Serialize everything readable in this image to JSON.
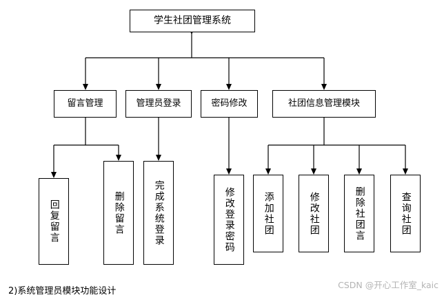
{
  "diagram": {
    "root": {
      "label": "学生社团管理系统"
    },
    "level2": [
      {
        "label": "留言管理"
      },
      {
        "label": "管理员登录"
      },
      {
        "label": "密码修改"
      },
      {
        "label": "社团信息管理模块"
      }
    ],
    "level3": [
      {
        "label": "回复留言"
      },
      {
        "label": "删除留言"
      },
      {
        "label": "完成系统登录"
      },
      {
        "label": "修改登录密码"
      },
      {
        "label": "添加社团"
      },
      {
        "label": "修改社团"
      },
      {
        "label": "删除社团言"
      },
      {
        "label": "查询社团"
      }
    ]
  },
  "caption": "2)系统管理员模块功能设计",
  "watermark": "CSDN @开心工作室_kaic"
}
